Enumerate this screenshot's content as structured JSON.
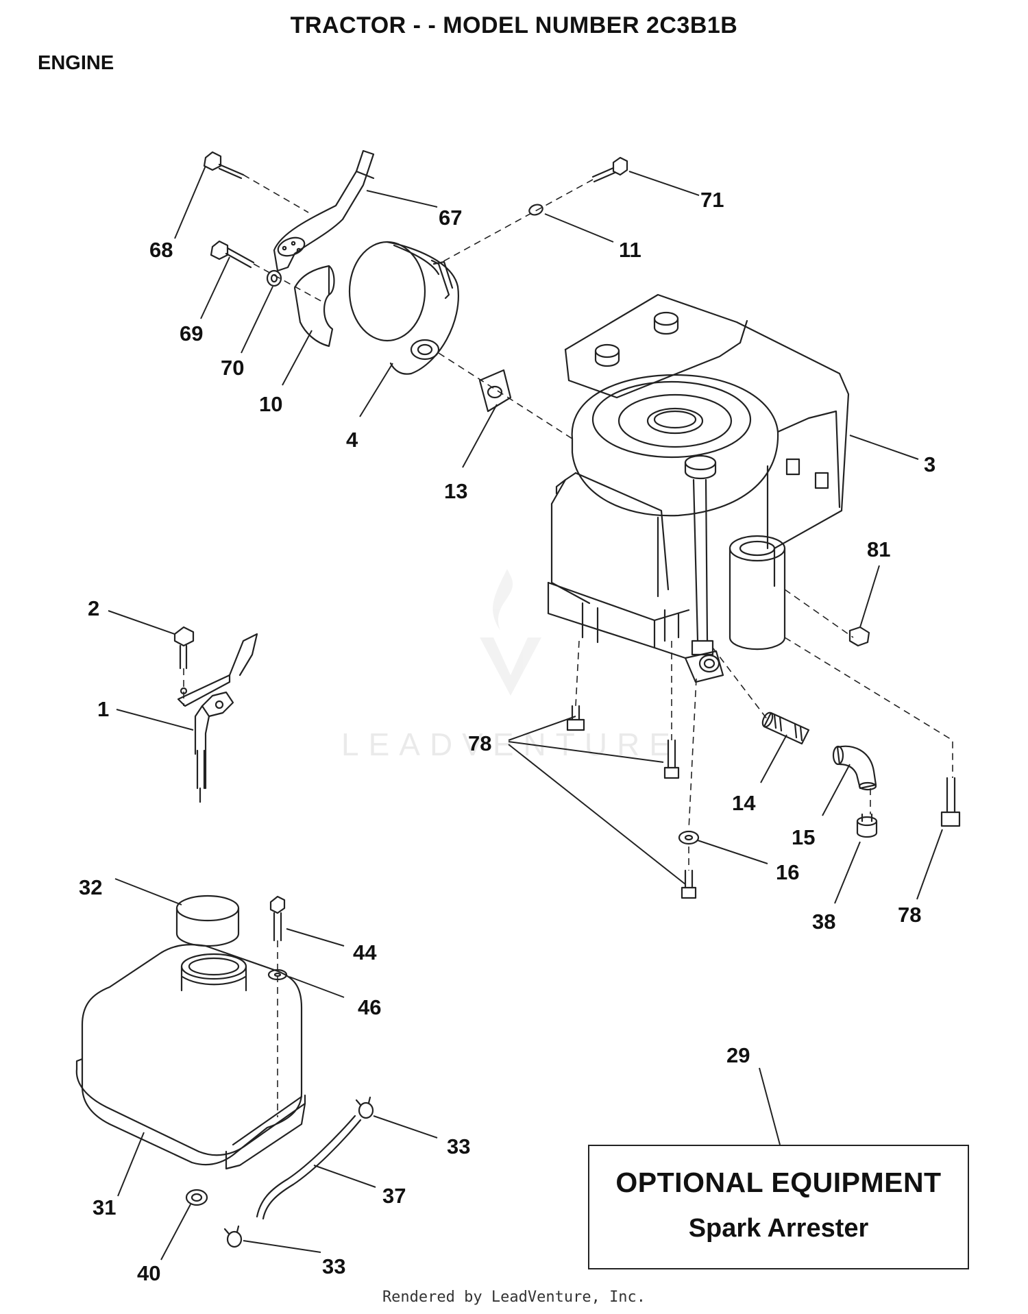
{
  "header": {
    "title": "TRACTOR - - MODEL NUMBER 2C3B1B",
    "section": "ENGINE"
  },
  "callouts": {
    "c68": "68",
    "c67": "67",
    "c71": "71",
    "c11": "11",
    "c69": "69",
    "c70": "70",
    "c10": "10",
    "c4": "4",
    "c13": "13",
    "c3": "3",
    "c81": "81",
    "c2": "2",
    "c1": "1",
    "c78a": "78",
    "c14": "14",
    "c15": "15",
    "c16": "16",
    "c38": "38",
    "c78b": "78",
    "c32": "32",
    "c44": "44",
    "c46": "46",
    "c29": "29",
    "c33a": "33",
    "c37": "37",
    "c31": "31",
    "c40": "40",
    "c33b": "33"
  },
  "optional_equipment": {
    "heading": "OPTIONAL EQUIPMENT",
    "item": "Spark Arrester"
  },
  "watermark": "LEADVENTURE",
  "footer": "Rendered by LeadVenture, Inc."
}
